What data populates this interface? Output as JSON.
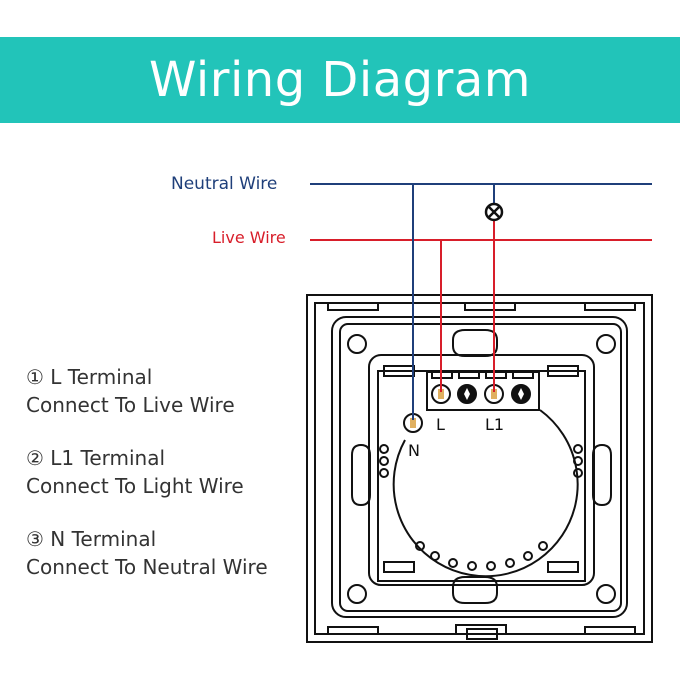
{
  "header": {
    "title": "Wiring Diagram"
  },
  "wires": {
    "neutral": {
      "label": "Neutral Wire",
      "color": "#1f3f7a"
    },
    "live": {
      "label": "Live Wire",
      "color": "#d81e2a"
    }
  },
  "load_symbol": "lamp-symbol",
  "terminals": {
    "L": "L",
    "L1": "L1",
    "N": "N"
  },
  "legend": [
    {
      "title": "① L Terminal",
      "desc": "Connect To Live Wire"
    },
    {
      "title": "② L1 Terminal",
      "desc": "Connect To Light Wire"
    },
    {
      "title": "③ N Terminal",
      "desc": "Connect To Neutral Wire"
    }
  ],
  "colors": {
    "banner": "#22c4b9",
    "outline": "#111111",
    "terminal_screw": "#e0b060"
  }
}
